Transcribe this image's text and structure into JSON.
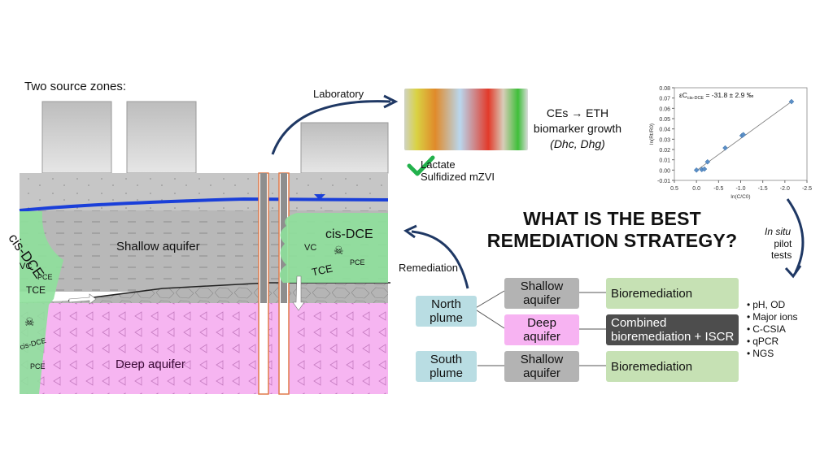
{
  "header": {
    "source_zones_label": "Two source zones:"
  },
  "site_diagram": {
    "layers": {
      "shallow_aquifer_label": "Shallow aquifer",
      "deep_aquifer_label": "Deep aquifer"
    },
    "plume_left": {
      "main_label": "cis-DCE",
      "compounds": [
        "VC",
        "PCE",
        "TCE"
      ],
      "lower_labels": [
        "cis-DCE",
        "PCE"
      ]
    },
    "plume_right": {
      "main_label": "cis-DCE",
      "compounds": [
        "VC",
        "TCE",
        "PCE"
      ]
    },
    "colors": {
      "vadose": "#c4c4c4",
      "shallow": "#b5b5b5",
      "deep": "#f5b3f0",
      "plume": "#8ee09b",
      "water_table": "#1a3fd9",
      "well": "#e07a4a"
    }
  },
  "arrows": {
    "laboratory_label": "Laboratory",
    "remediation_label": "Remediation",
    "in_situ_label": "In situ",
    "pilot_tests_label": "pilot\ntests"
  },
  "laboratory": {
    "treatments": [
      "Lactate",
      "Sulfidized mZVI"
    ],
    "check_icon": "check-icon",
    "result_line1": "CEs → ETH",
    "result_line2": "biomarker growth",
    "result_line3": "(Dhc, Dhg)"
  },
  "main_question": {
    "line1": "WHAT IS THE BEST",
    "line2": "REMEDIATION STRATEGY?"
  },
  "strategy": {
    "north_plume": "North\nplume",
    "south_plume": "South\nplume",
    "north_shallow": "Shallow\naquifer",
    "north_deep": "Deep\naquifer",
    "south_shallow": "Shallow\naquifer",
    "north_shallow_action": "Bioremediation",
    "north_deep_action": "Combined\nbioremediation + ISCR",
    "south_shallow_action": "Bioremediation"
  },
  "monitoring": [
    "pH, OD",
    "Major ions",
    "C-CSIA",
    "qPCR",
    "NGS"
  ],
  "chart_data": {
    "type": "scatter",
    "title": "",
    "annotation": "εC",
    "annotation_sub": "cis-DCE",
    "annotation_value": " = -31.8 ± 2.9 ‰",
    "xlabel": "ln(C/C0)",
    "ylabel": "ln(Rt/R0)",
    "xlim": [
      0.5,
      -2.5
    ],
    "ylim": [
      -0.01,
      0.08
    ],
    "xticks": [
      0.5,
      0.0,
      -0.5,
      -1.0,
      -1.5,
      -2.0,
      -2.5
    ],
    "xtick_labels": [
      "0.5",
      "0.0",
      "-0.5",
      "-1.0",
      "-1.5",
      "-2.0",
      "-2.5"
    ],
    "yticks": [
      -0.01,
      0.0,
      0.01,
      0.02,
      0.03,
      0.04,
      0.05,
      0.06,
      0.07,
      0.08
    ],
    "ytick_labels": [
      "-0.01",
      "0.00",
      "0.01",
      "0.02",
      "0.03",
      "0.04",
      "0.05",
      "0.06",
      "0.07",
      "0.08"
    ],
    "points": [
      {
        "x": 0.0,
        "y": 0.0
      },
      {
        "x": -0.12,
        "y": 0.0005
      },
      {
        "x": -0.18,
        "y": 0.001
      },
      {
        "x": -0.25,
        "y": 0.008
      },
      {
        "x": -0.65,
        "y": 0.0215
      },
      {
        "x": -1.03,
        "y": 0.0335
      },
      {
        "x": -1.06,
        "y": 0.0345
      },
      {
        "x": -2.15,
        "y": 0.0665
      }
    ],
    "fit_line": [
      {
        "x": 0.0,
        "y": -0.0005
      },
      {
        "x": -2.15,
        "y": 0.0665
      }
    ],
    "grid": false,
    "marker_color": "#5b8fc7"
  }
}
